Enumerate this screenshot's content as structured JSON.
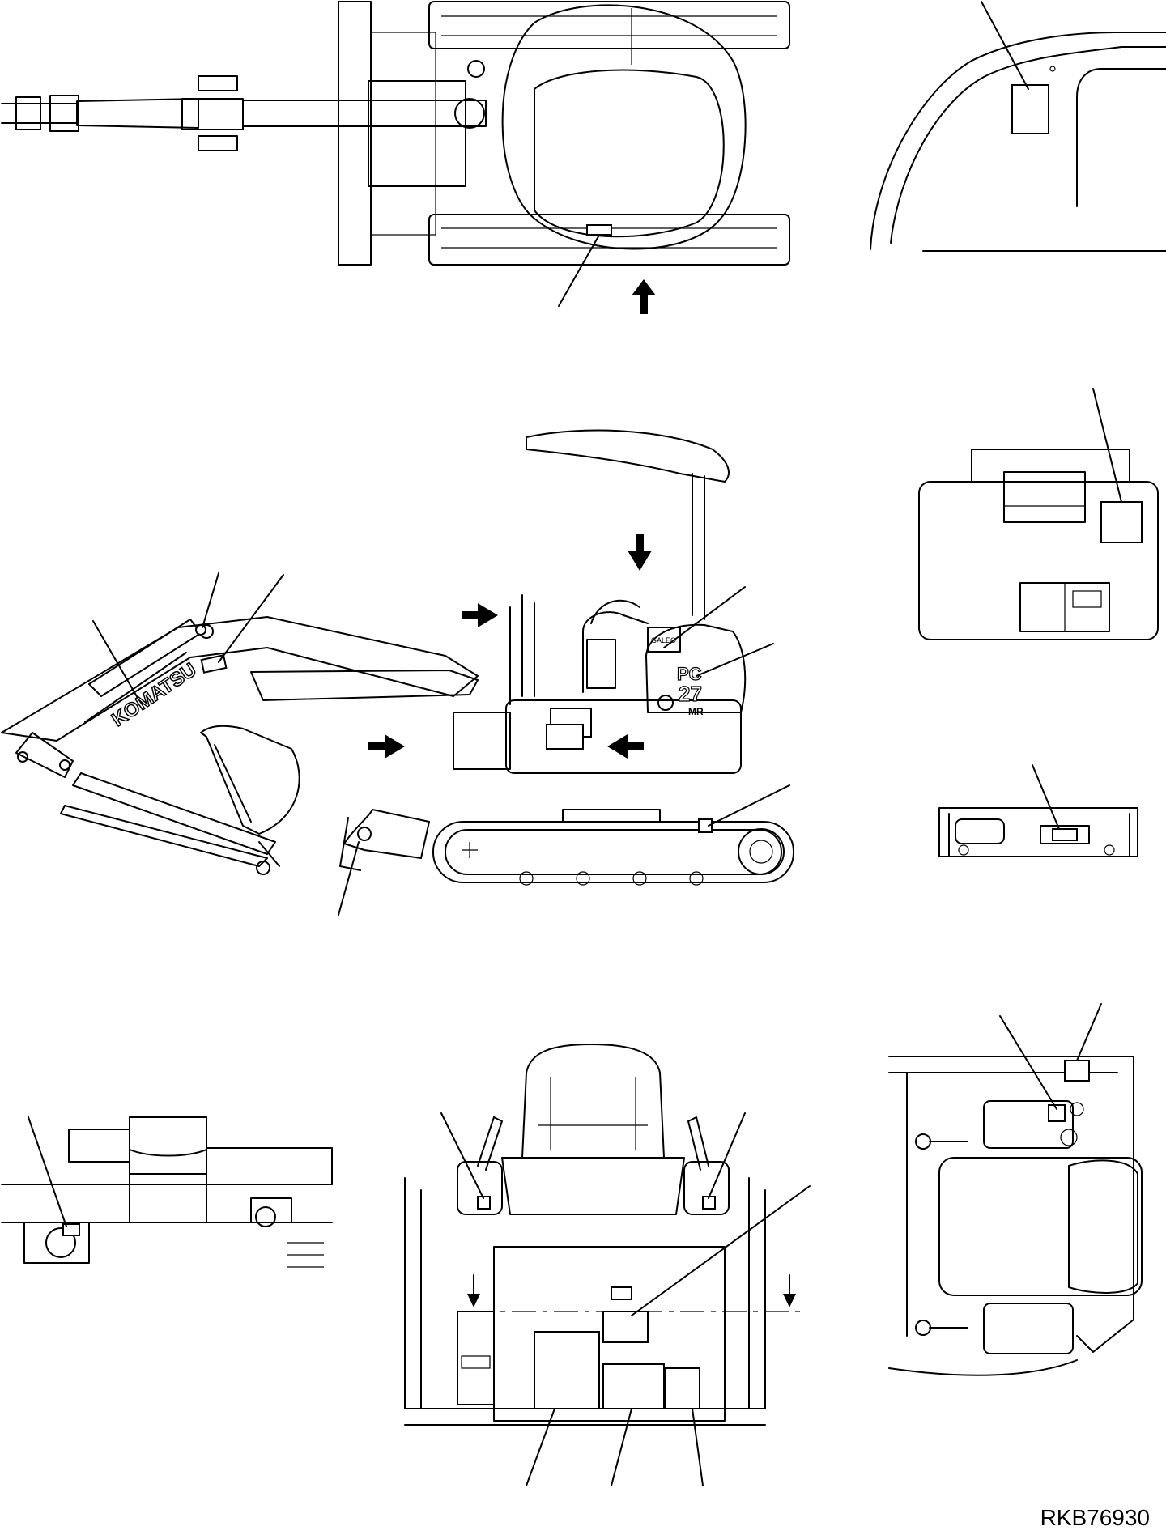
{
  "document": {
    "ref_code": "RKB76930"
  },
  "boom_text": "KOMATSU",
  "model_badge": {
    "line1": "PC",
    "line2": "27",
    "line3": "MR"
  },
  "cab_tag": "GALEO"
}
